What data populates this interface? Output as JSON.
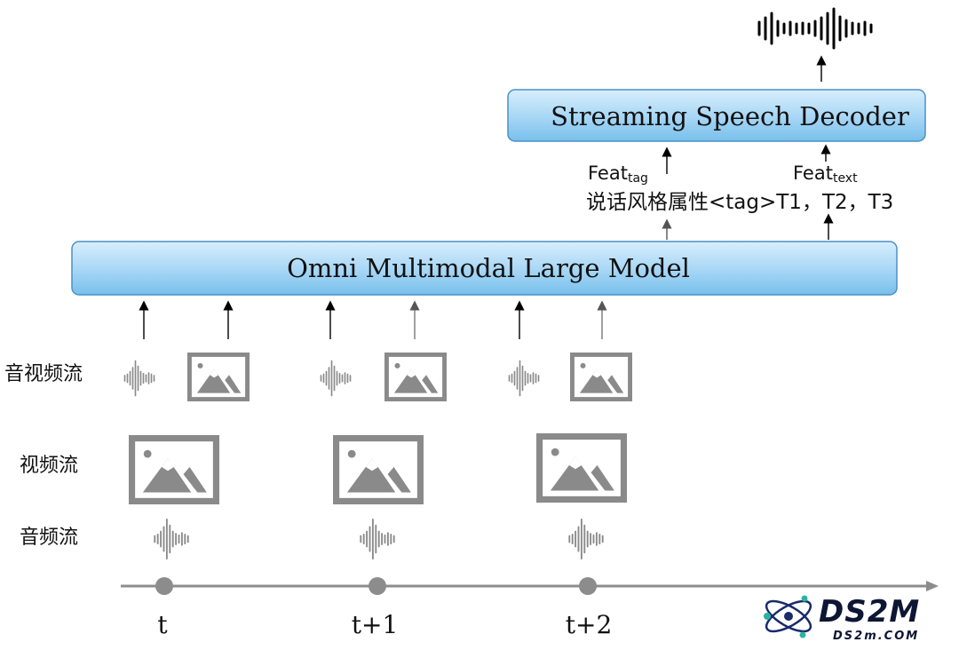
{
  "decoder": {
    "label": "Streaming Speech Decoder"
  },
  "omni_model": {
    "label": "Omni Multimodal Large Model"
  },
  "features": {
    "feat_tag": {
      "main": "Feat",
      "sub": "tag"
    },
    "feat_text": {
      "main": "Feat",
      "sub": "text"
    },
    "token_sequence": "说话风格属性<tag>T1，T2，T3"
  },
  "rows": {
    "audio_video_stream": "音视频流",
    "video_stream": "视频流",
    "audio_stream": "音频流"
  },
  "timeline": {
    "ticks": [
      "t",
      "t+1",
      "t+2"
    ]
  },
  "watermark": {
    "brand": "DS2M",
    "site": "DS2m.COM"
  },
  "colors": {
    "box_fill_top": "#d4ecfb",
    "box_fill_bottom": "#7cc2ee",
    "box_stroke": "#4a90c8",
    "icon_gray": "#8a8a8a",
    "waveform_dark": "#000000",
    "timeline_gray": "#8c8c8c"
  }
}
